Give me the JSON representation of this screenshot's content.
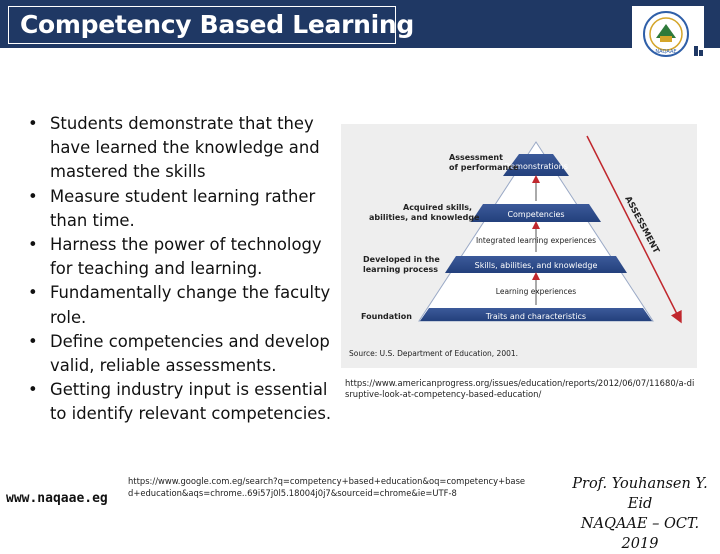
{
  "header": {
    "title": "Competency Based Learning",
    "logo_name": "naqaae-logo",
    "logo_text": "NAQAAE"
  },
  "bullets": [
    "Students demonstrate that they have learned the knowledge and mastered the skills",
    "Measure student learning rather than time.",
    "Harness the power of technology for teaching and learning.",
    "Fundamentally change the faculty role.",
    "Define competencies and develop valid, reliable assessments.",
    "Getting industry input is essential to identify relevant competencies."
  ],
  "figure": {
    "levels": [
      "Demonstrations",
      "Competencies",
      "Skills, abilities, and knowledge",
      "Traits and characteristics"
    ],
    "between": [
      "Integrated learning experiences",
      "Learning experiences"
    ],
    "left_labels": {
      "assessment_of_performance": "Assessment of performance",
      "acquired": "Acquired skills, abilities, and knowledge",
      "developed": "Developed in the learning process",
      "foundation": "Foundation"
    },
    "assessment_arrow_label": "ASSESSMENT",
    "source": "Source: U.S. Department of Education, 2001."
  },
  "image_source_url": "https://www.americanprogress.org/issues/education/reports/2012/06/07/11680/a-disruptive-look-at-competency-based-education/",
  "footer": {
    "website": "www.naqaae.eg",
    "search_url": "https://www.google.com.eg/search?q=competency+based+education&oq=competency+based+education&aqs=chrome..69i57j0l5.18004j0j7&sourceid=chrome&ie=UTF-8",
    "author_line1": "Prof. Youhansen Y. Eid",
    "author_line2": "NAQAAE – OCT. 2019"
  },
  "colors": {
    "title_bar": "#1f3864",
    "pyramid_band": "#2e4a8a",
    "arrow": "#c0272d"
  }
}
